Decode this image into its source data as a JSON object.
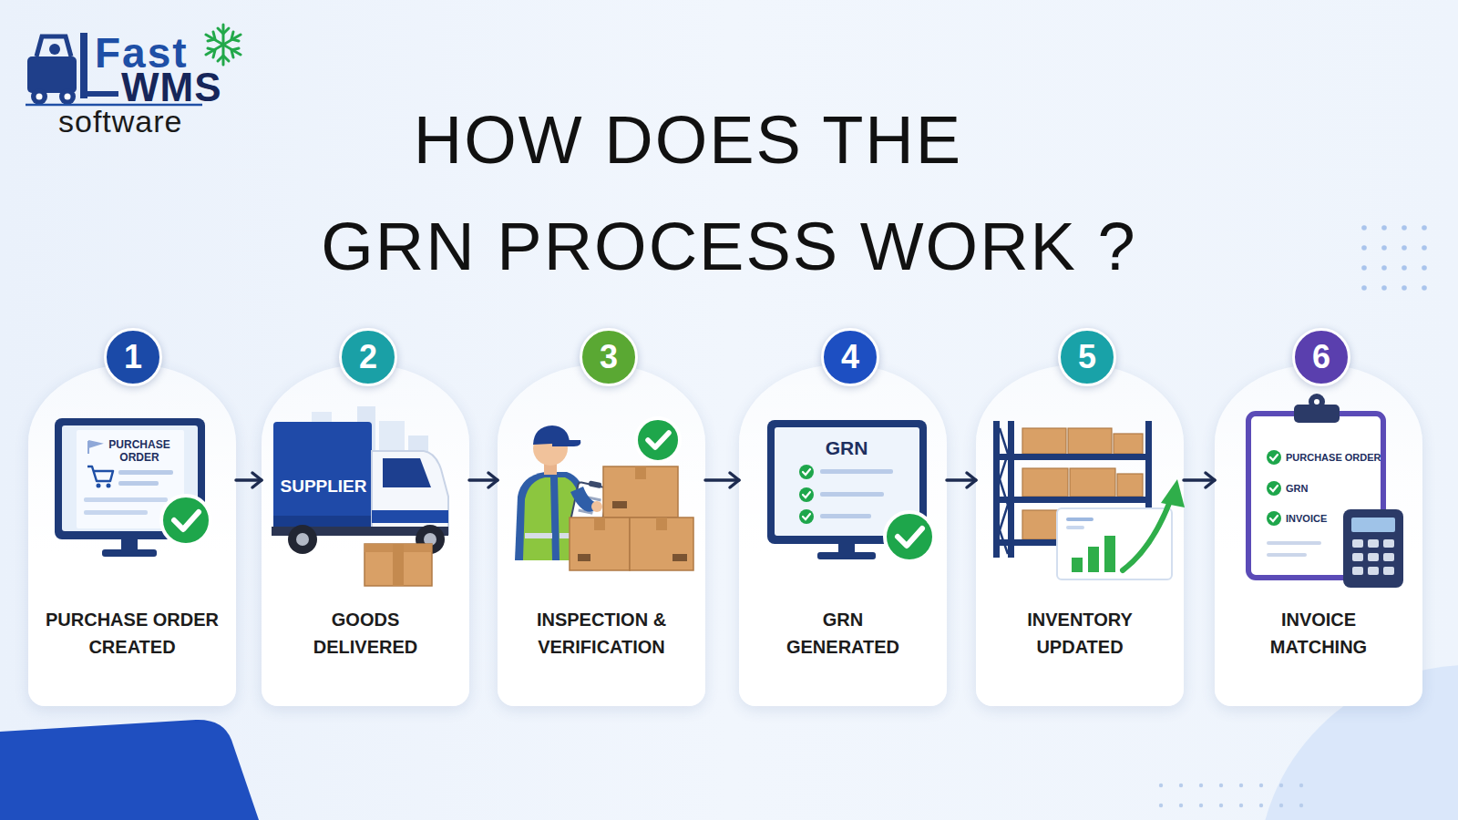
{
  "diagram": {
    "title": "HOW DOES THE GRN PROCESS WORK ?",
    "nodes": [
      {
        "text": [
          "1",
          "PURCHASE ORDER CREATED"
        ]
      },
      {
        "text": [
          "2",
          "GOODS DELIVERED"
        ]
      },
      {
        "text": [
          "3",
          "INSPECTION & VERIFICATION"
        ]
      },
      {
        "text": [
          "4",
          "GRN GENERATED"
        ]
      },
      {
        "text": [
          "5",
          "INVENTORY UPDATED"
        ]
      },
      {
        "text": [
          "6",
          "INVOICE MATCHING"
        ]
      }
    ],
    "edges": [
      {
        "from": 0,
        "to": 1,
        "arrow": "to"
      },
      {
        "from": 1,
        "to": 2,
        "arrow": "to"
      },
      {
        "from": 2,
        "to": 3,
        "arrow": "to"
      },
      {
        "from": 3,
        "to": 4,
        "arrow": "to"
      },
      {
        "from": 4,
        "to": 5,
        "arrow": "to"
      }
    ],
    "labels": [
      "Fast",
      "WMS",
      "software",
      "PURCHASE ORDER",
      "SUPPLIER",
      "GRN",
      "PURCHASE ORDER",
      "GRN",
      "INVOICE"
    ]
  }
}
